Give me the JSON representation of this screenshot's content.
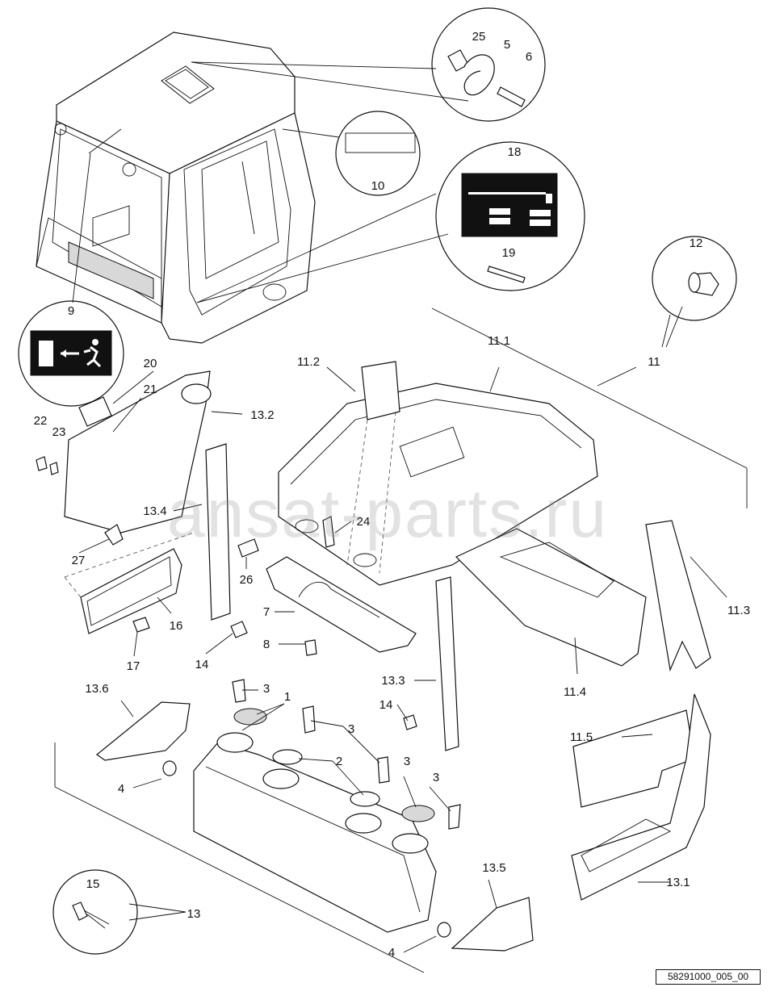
{
  "diagram": {
    "reference": "58291000_005_00",
    "watermark": "ansat-parts.ru",
    "callouts": [
      "25",
      "5",
      "6",
      "10",
      "18",
      "19",
      "12",
      "9",
      "11",
      "11.1",
      "11.2",
      "11.3",
      "11.4",
      "11.5",
      "20",
      "21",
      "22",
      "23",
      "13.2",
      "13.4",
      "24",
      "26",
      "27",
      "16",
      "7",
      "8",
      "17",
      "14",
      "14",
      "13.3",
      "13.6",
      "3",
      "1",
      "3",
      "2",
      "3",
      "1",
      "3",
      "4",
      "13.5",
      "13.1",
      "15",
      "13",
      "4"
    ]
  }
}
